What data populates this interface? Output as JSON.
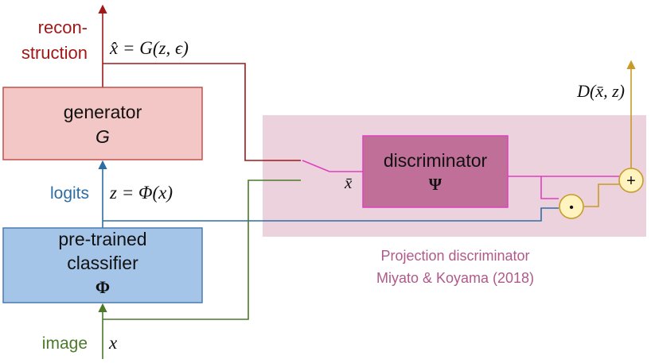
{
  "labels": {
    "reconstruction_line1": "recon-",
    "reconstruction_line2": "struction",
    "x_hat_eq": "x̂ = G(z, ϵ)",
    "logits": "logits",
    "z_eq": "z = Φ(x)",
    "image": "image",
    "x": "x",
    "x_bar": "x̄",
    "d_output": "D(x̄, z)",
    "projection_line1": "Projection discriminator",
    "projection_line2": "Miyato & Koyama (2018)"
  },
  "blocks": {
    "generator": {
      "title": "generator",
      "symbol": "G"
    },
    "classifier": {
      "title_line1": "pre-trained",
      "title_line2": "classifier",
      "symbol": "Φ"
    },
    "discriminator": {
      "title": "discriminator",
      "symbol": "Ψ"
    }
  },
  "operators": {
    "plus": "+",
    "dot": "•"
  },
  "colors": {
    "reconstruction": "#a01818",
    "generator_fill": "#f4c7c7",
    "generator_border": "#c0504d",
    "classifier_fill": "#a4c4e8",
    "classifier_border": "#4a7ab0",
    "logits": "#2e6da4",
    "image": "#4a7a2a",
    "discriminator_fill": "#c07098",
    "discriminator_border": "#e040c0",
    "projection_panel": "#ecd2dc",
    "projection_text": "#b05a8a",
    "output": "#c89b28",
    "operator_fill": "#fff3c0"
  }
}
